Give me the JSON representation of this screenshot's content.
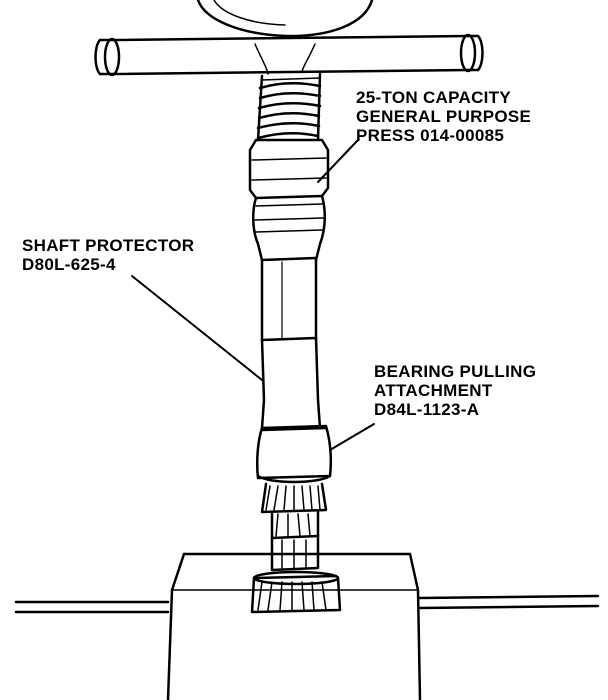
{
  "labels": {
    "press": {
      "line1": "25-TON CAPACITY",
      "line2": "GENERAL PURPOSE",
      "line3": "PRESS 014-00085"
    },
    "shaft_protector": {
      "line1": "SHAFT PROTECTOR",
      "line2": "D80L-625-4"
    },
    "bearing_attachment": {
      "line1": "BEARING PULLING",
      "line2": "ATTACHMENT",
      "line3": "D84L-1123-A"
    }
  }
}
